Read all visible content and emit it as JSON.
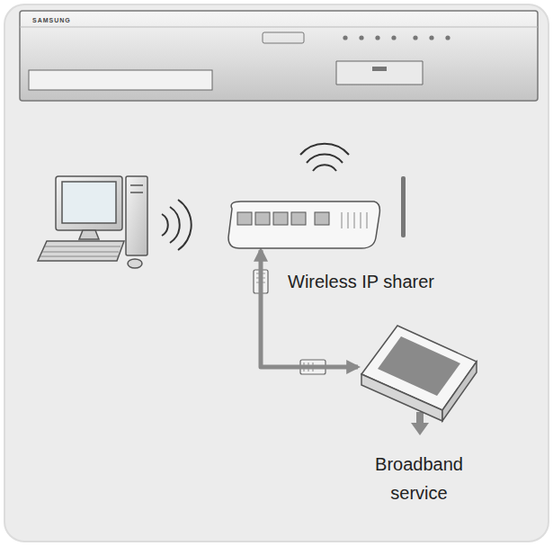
{
  "diagram": {
    "nodes": [
      {
        "text": [
          "SAMSUNG"
        ]
      },
      {
        "text": [
          "Wireless IP sharer"
        ]
      },
      {
        "text": [
          "Broadband service"
        ]
      }
    ],
    "edges": [
      {
        "from": 1,
        "to": 2,
        "arrow": "both"
      }
    ]
  }
}
